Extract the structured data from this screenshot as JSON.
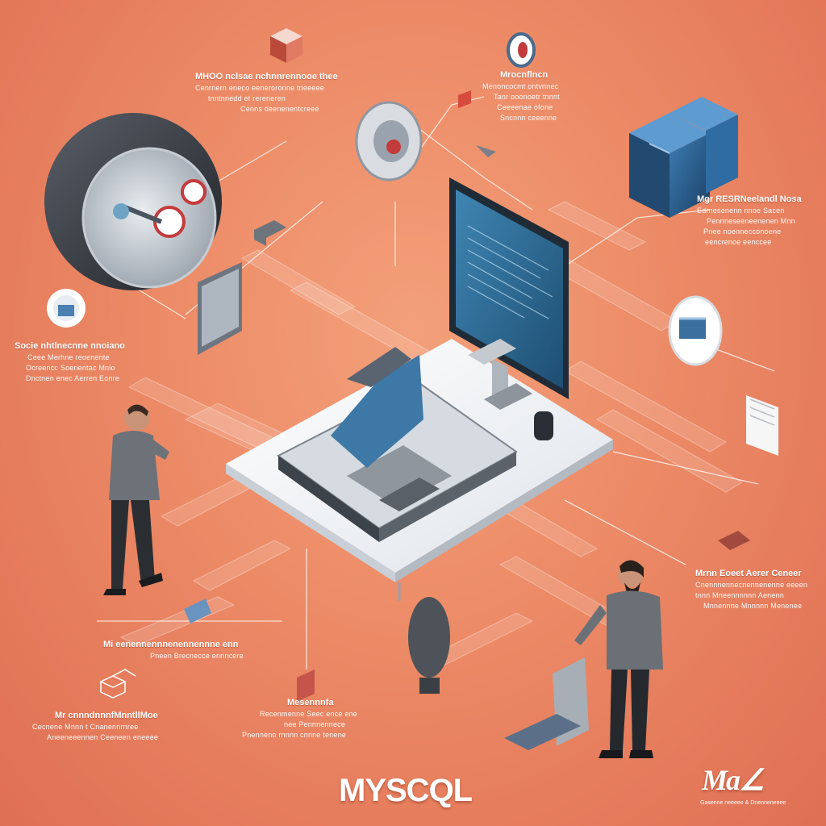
{
  "brand": {
    "title": "MYSCQL",
    "logo_text": "Ma∠",
    "logo_subtext": "Gasenne neeeee & Dnenneneeee"
  },
  "labels": {
    "top_left": {
      "heading": "MHOO  nclsae nchnnrennooe thee",
      "lines": [
        "Cenrnern eneco eeneroronne tneeeee",
        "tnntnnedd et  rereneren",
        "Cenns deenenentcreee"
      ]
    },
    "top_center": {
      "heading": "Mrocnflncn",
      "lines": [
        "Menoncocmt ontvnnec",
        "Tanr ooonoetr tnnnt",
        "Ceeeenae ofone",
        "Sncnnn ceeenne"
      ]
    },
    "right_upper": {
      "heading": "Mgr  RESRNeelandl Nosa",
      "lines": [
        "Edrnesenenn nnoe Sacen",
        "Pennneseeneenenen Mnn",
        "Pnee  noennecconoene",
        "eencrenoe eenccee"
      ]
    },
    "left_mid": {
      "heading": "Socie nhtlnecnne nnoiano",
      "lines": [
        "Ceee  Merhne reoenente",
        "Ocreencc  Soenentac Mnio",
        "Dnctnen enec   Aerren Eonre"
      ]
    },
    "bottom_left": {
      "heading": "Mr   cnnndnnnfMnntllMoe",
      "lines": [
        "Cecnene  Mnnn  t  Cnanennrnree",
        "Aneeneeennen  Ceeneen eneeee"
      ]
    },
    "bottom_center_left": {
      "heading": "Mi  eenennennnenennennne enn",
      "lines": [
        "Pneen  Brecnecce ennncere"
      ]
    },
    "bottom_center": {
      "heading": "Mesennnfa",
      "lines": [
        "Recenmenne Seec ence ene",
        "nee  Pennnennece",
        "Pnenneno rnnnn cnnne tenene"
      ]
    },
    "right_lower": {
      "heading": "Mrnn  Eoeet  Aerer Ceneer",
      "lines": [
        "Cnennnennecnennenenne eeeen",
        "tnnn   Mneennnnnn    Aenenn",
        "Mnnennne Mnnnnn Menenee"
      ]
    }
  }
}
